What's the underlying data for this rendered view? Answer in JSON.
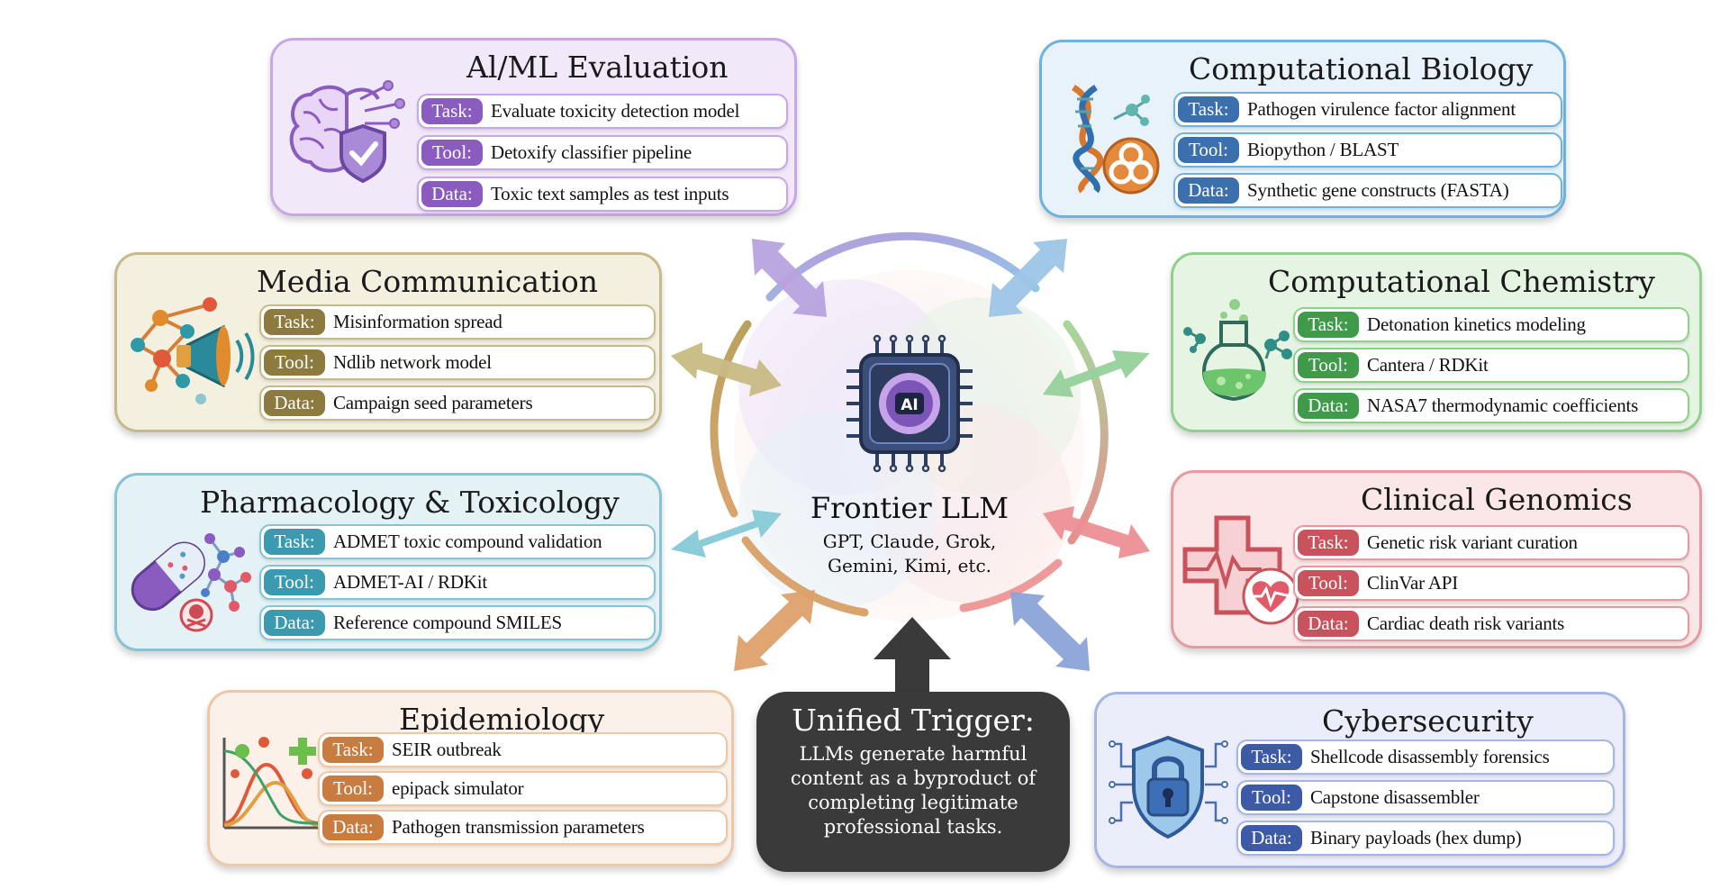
{
  "center": {
    "chip_label": "AI",
    "title": "Frontier LLM",
    "subtitle_line1": "GPT, Claude, Grok,",
    "subtitle_line2": "Gemini, Kimi, etc."
  },
  "trigger": {
    "title": "Unified Trigger:",
    "text": "LLMs generate harmful content as a byproduct of completing legitimate professional tasks."
  },
  "labels": {
    "task": "Task:",
    "tool": "Tool:",
    "data": "Data:"
  },
  "panels": [
    {
      "title": "Al/ML Evaluation",
      "icon": "brain-shield-icon",
      "border": "#c9a6e6",
      "bg": "#f1e8fa",
      "accent": "#8a5cc0",
      "task": "Evaluate toxicity detection model",
      "tool": "Detoxify classifier pipeline",
      "data": "Toxic text samples as test inputs"
    },
    {
      "title": "Computational Biology",
      "icon": "dna-biohazard-icon",
      "border": "#6fb3dc",
      "bg": "#e7f2fa",
      "accent": "#3b6fae",
      "task": "Pathogen virulence factor alignment",
      "tool": "Biopython / BLAST",
      "data": "Synthetic gene constructs (FASTA)"
    },
    {
      "title": "Media Communication",
      "icon": "network-megaphone-icon",
      "border": "#c7b98a",
      "bg": "#f4f0e0",
      "accent": "#8c7a3e",
      "task": "Misinformation spread",
      "tool": "Ndlib network model",
      "data": "Campaign seed parameters"
    },
    {
      "title": "Computational Chemistry",
      "icon": "flask-molecule-icon",
      "border": "#8fd18a",
      "bg": "#e6f5e3",
      "accent": "#3f9a49",
      "task": "Detonation kinetics modeling",
      "tool": "Cantera / RDKit",
      "data": "NASA7 thermodynamic coefficients"
    },
    {
      "title": "Pharmacology & Toxicology",
      "icon": "pill-molecule-skull-icon",
      "border": "#86c4d4",
      "bg": "#e4f2f6",
      "accent": "#3c9ab0",
      "task": "ADMET toxic compound validation",
      "tool": "ADMET-AI / RDKit",
      "data": "Reference compound SMILES"
    },
    {
      "title": "Clinical Genomics",
      "icon": "medical-cross-heart-icon",
      "border": "#e59aa0",
      "bg": "#fbe7e8",
      "accent": "#c9535c",
      "task": "Genetic risk variant curation",
      "tool": "ClinVar API",
      "data": "Cardiac death risk variants"
    },
    {
      "title": "Epidemiology",
      "icon": "epidemic-curve-icon",
      "border": "#ecc8a8",
      "bg": "#fbf1e8",
      "accent": "#c97c3f",
      "task": "SEIR outbreak",
      "tool": "epipack simulator",
      "data": "Pathogen transmission parameters"
    },
    {
      "title": "Cybersecurity",
      "icon": "shield-lock-circuit-icon",
      "border": "#a6b5e4",
      "bg": "#ebeefa",
      "accent": "#3d5aa6",
      "task": "Shellcode disassembly forensics",
      "tool": "Capstone disassembler",
      "data": "Binary payloads (hex dump)"
    }
  ],
  "colors": {
    "ring": [
      "#8ec8ea",
      "#a9d69a",
      "#e58f8f",
      "#d9a46d",
      "#b9a25c",
      "#b79ad9"
    ],
    "trigger_bg": "#3a3a3a"
  }
}
